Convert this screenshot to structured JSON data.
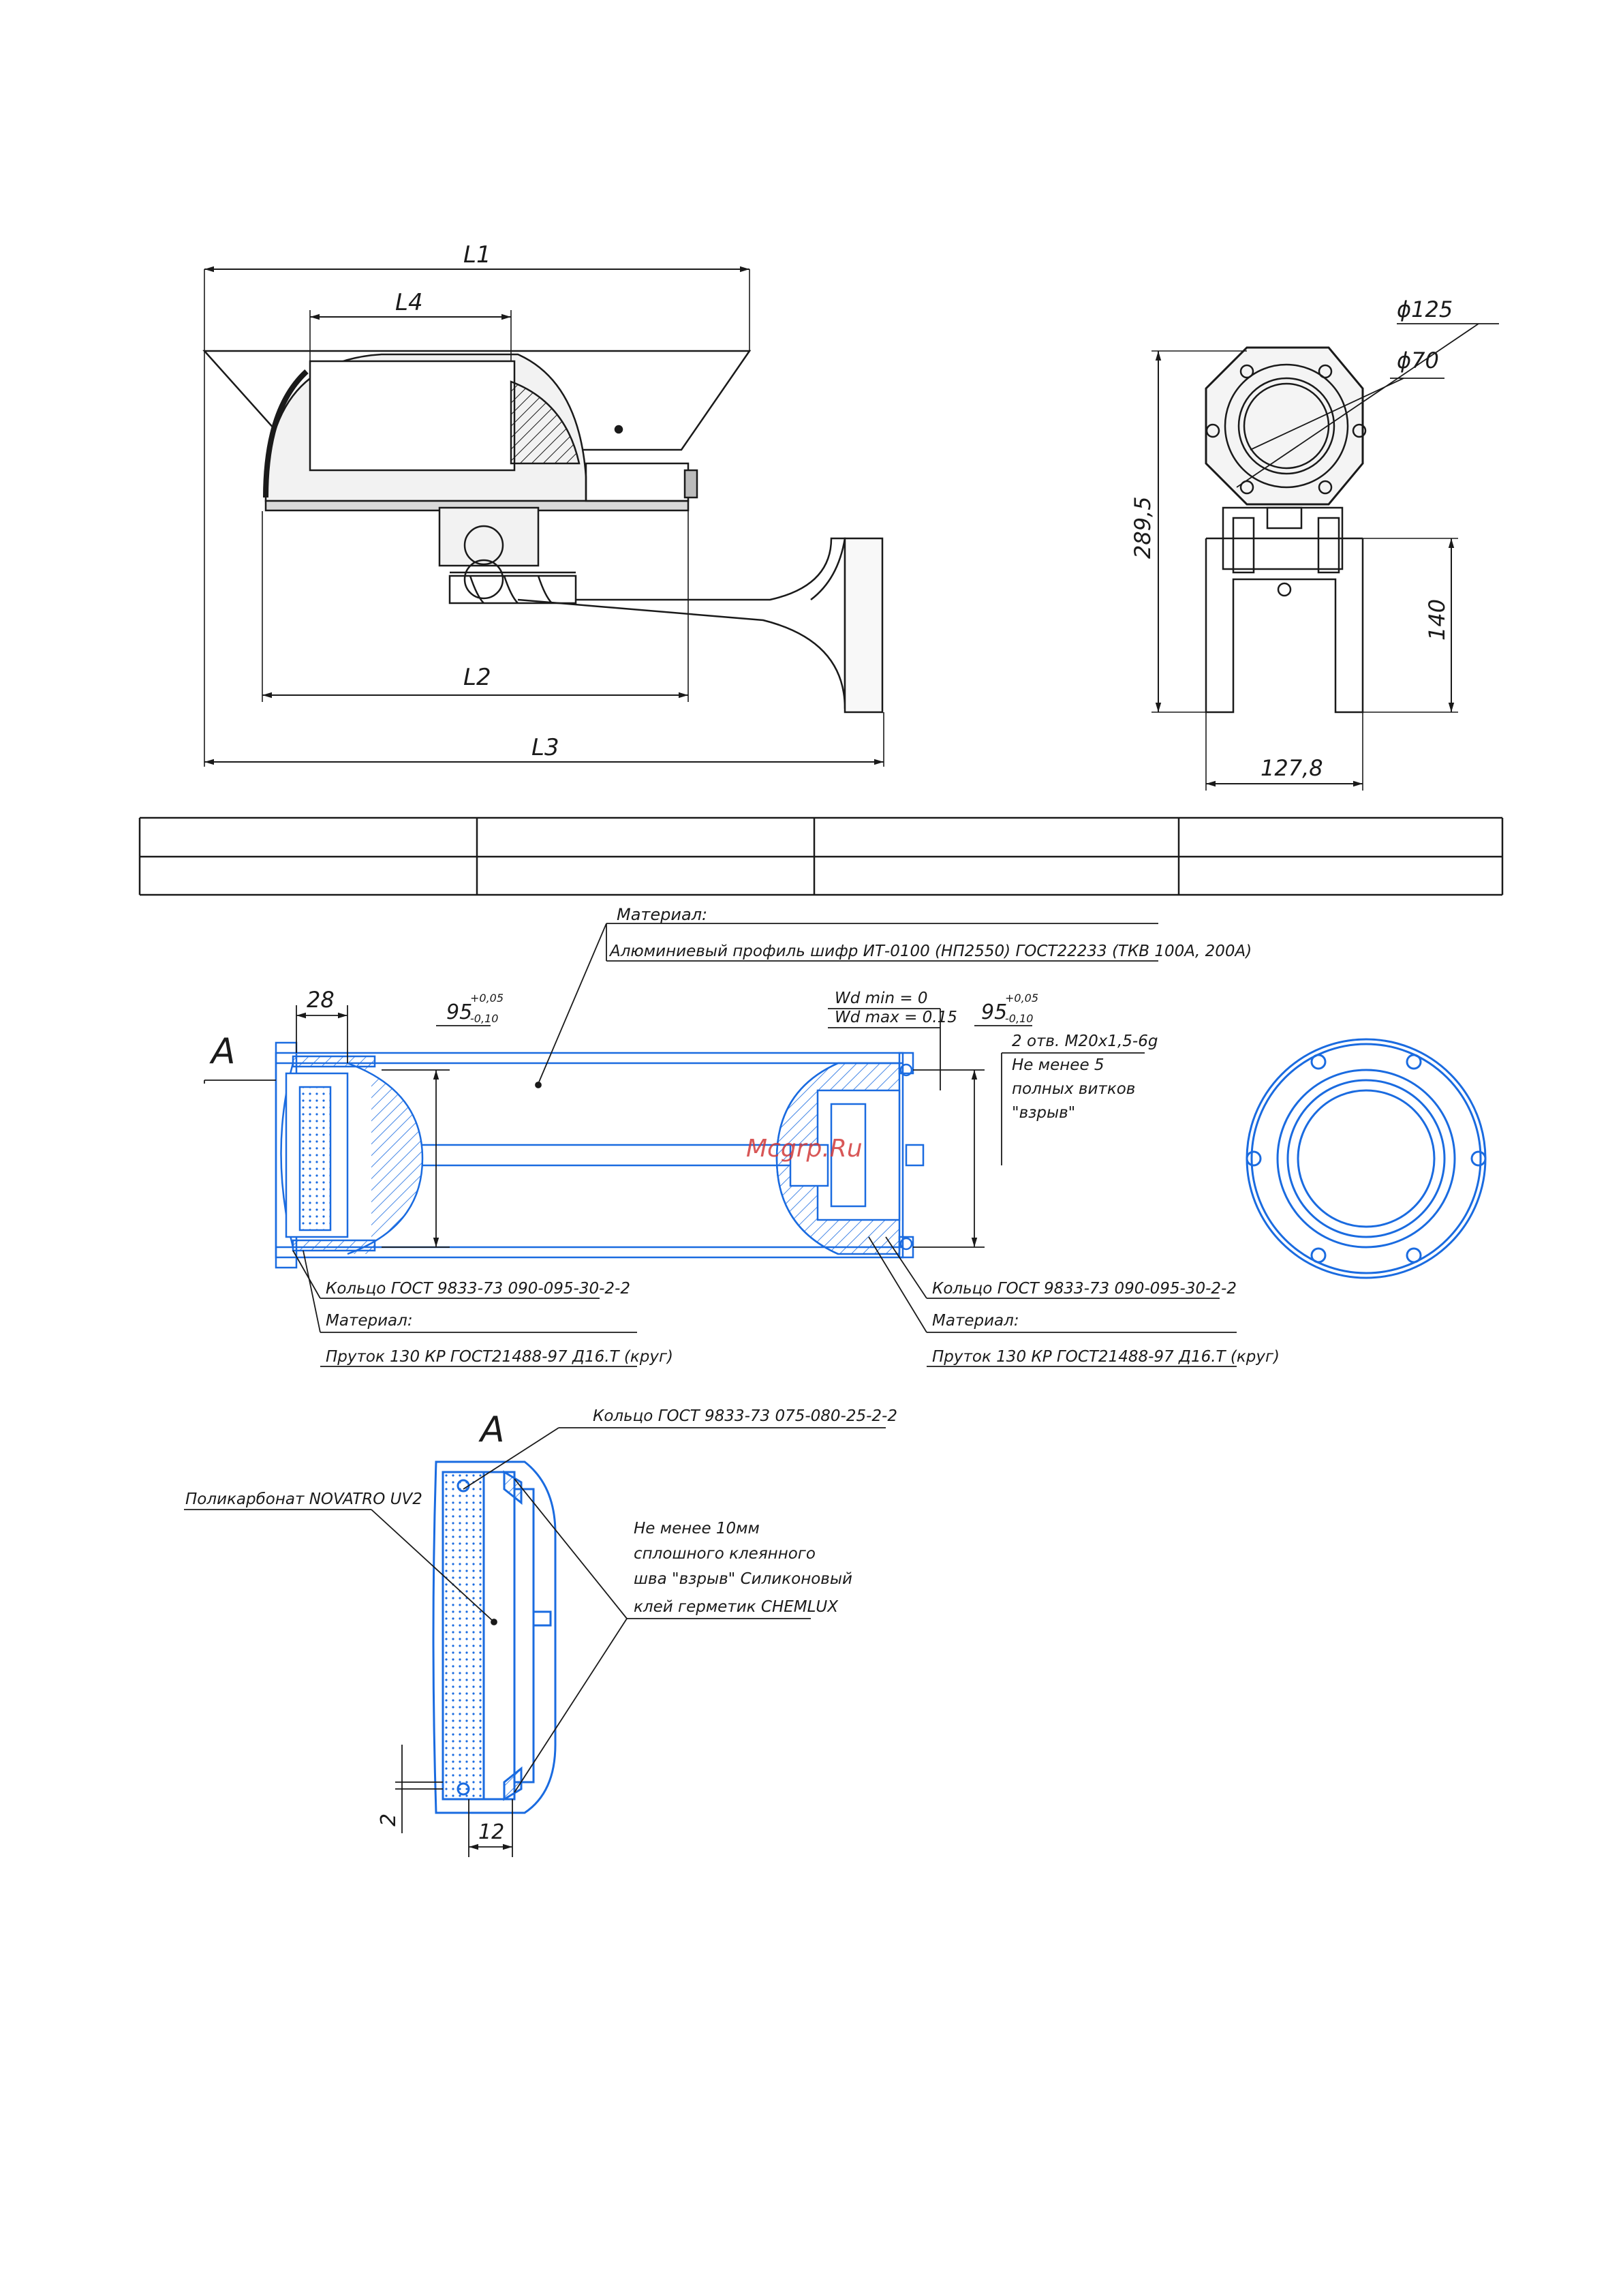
{
  "top_view": {
    "dims": {
      "L1": "L1",
      "L4": "L4",
      "L2": "L2",
      "L3": "L3"
    }
  },
  "front_view": {
    "dims": {
      "d125": "ϕ125",
      "d70": "ϕ70",
      "h289": "289,5",
      "h140": "140",
      "w127": "127,8"
    }
  },
  "section_view": {
    "callout_A": "A",
    "dim_28": "28",
    "dim_95_left": "95",
    "dim_95_left_tol_upper": "+0,05",
    "dim_95_left_tol_lower": "-0,10",
    "dim_95_right": "95",
    "dim_95_right_tol_upper": "+0,05",
    "dim_95_right_tol_lower": "-0,10",
    "material_label_top": "Материал:",
    "material_top": "Алюминиевый профиль шифр ИТ-0100 (НП2550) ГОСТ22233 (ТКВ 100А, 200А)",
    "wd_min": "Wd min = 0",
    "wd_max": "Wd max = 0.15",
    "holes_note": "2 отв. М20х1,5-6g",
    "threads_note_1": "Не менее 5",
    "threads_note_2": "полных витков",
    "threads_note_3": "\"взрыв\"",
    "ring_left": "Кольцо ГОСТ 9833-73 090-095-30-2-2",
    "material_label_left": "Материал:",
    "material_left": "Пруток 130 КР ГОСТ21488-97 Д16.Т (круг)",
    "ring_right": "Кольцо ГОСТ 9833-73 090-095-30-2-2",
    "material_label_right": "Материал:",
    "material_right": "Пруток 130 КР ГОСТ21488-97 Д16.Т (круг)",
    "watermark": "Mcgrp.Ru"
  },
  "detail_view": {
    "callout_A": "A",
    "ring": "Кольцо ГОСТ 9833-73 075-080-25-2-2",
    "polycarbonate": "Поликарбонат NOVATRO UV2",
    "glue_1": "Не менее 10мм",
    "glue_2": "сплошного клеянного",
    "glue_3": "шва \"взрыв\" Силиконовый",
    "glue_4": "клей герметик CHEMLUX",
    "dim_2": "2",
    "dim_12": "12"
  },
  "colors": {
    "line": "#1a1a1a",
    "blue": "#1a6be0",
    "watermark": "#d23a3a"
  }
}
